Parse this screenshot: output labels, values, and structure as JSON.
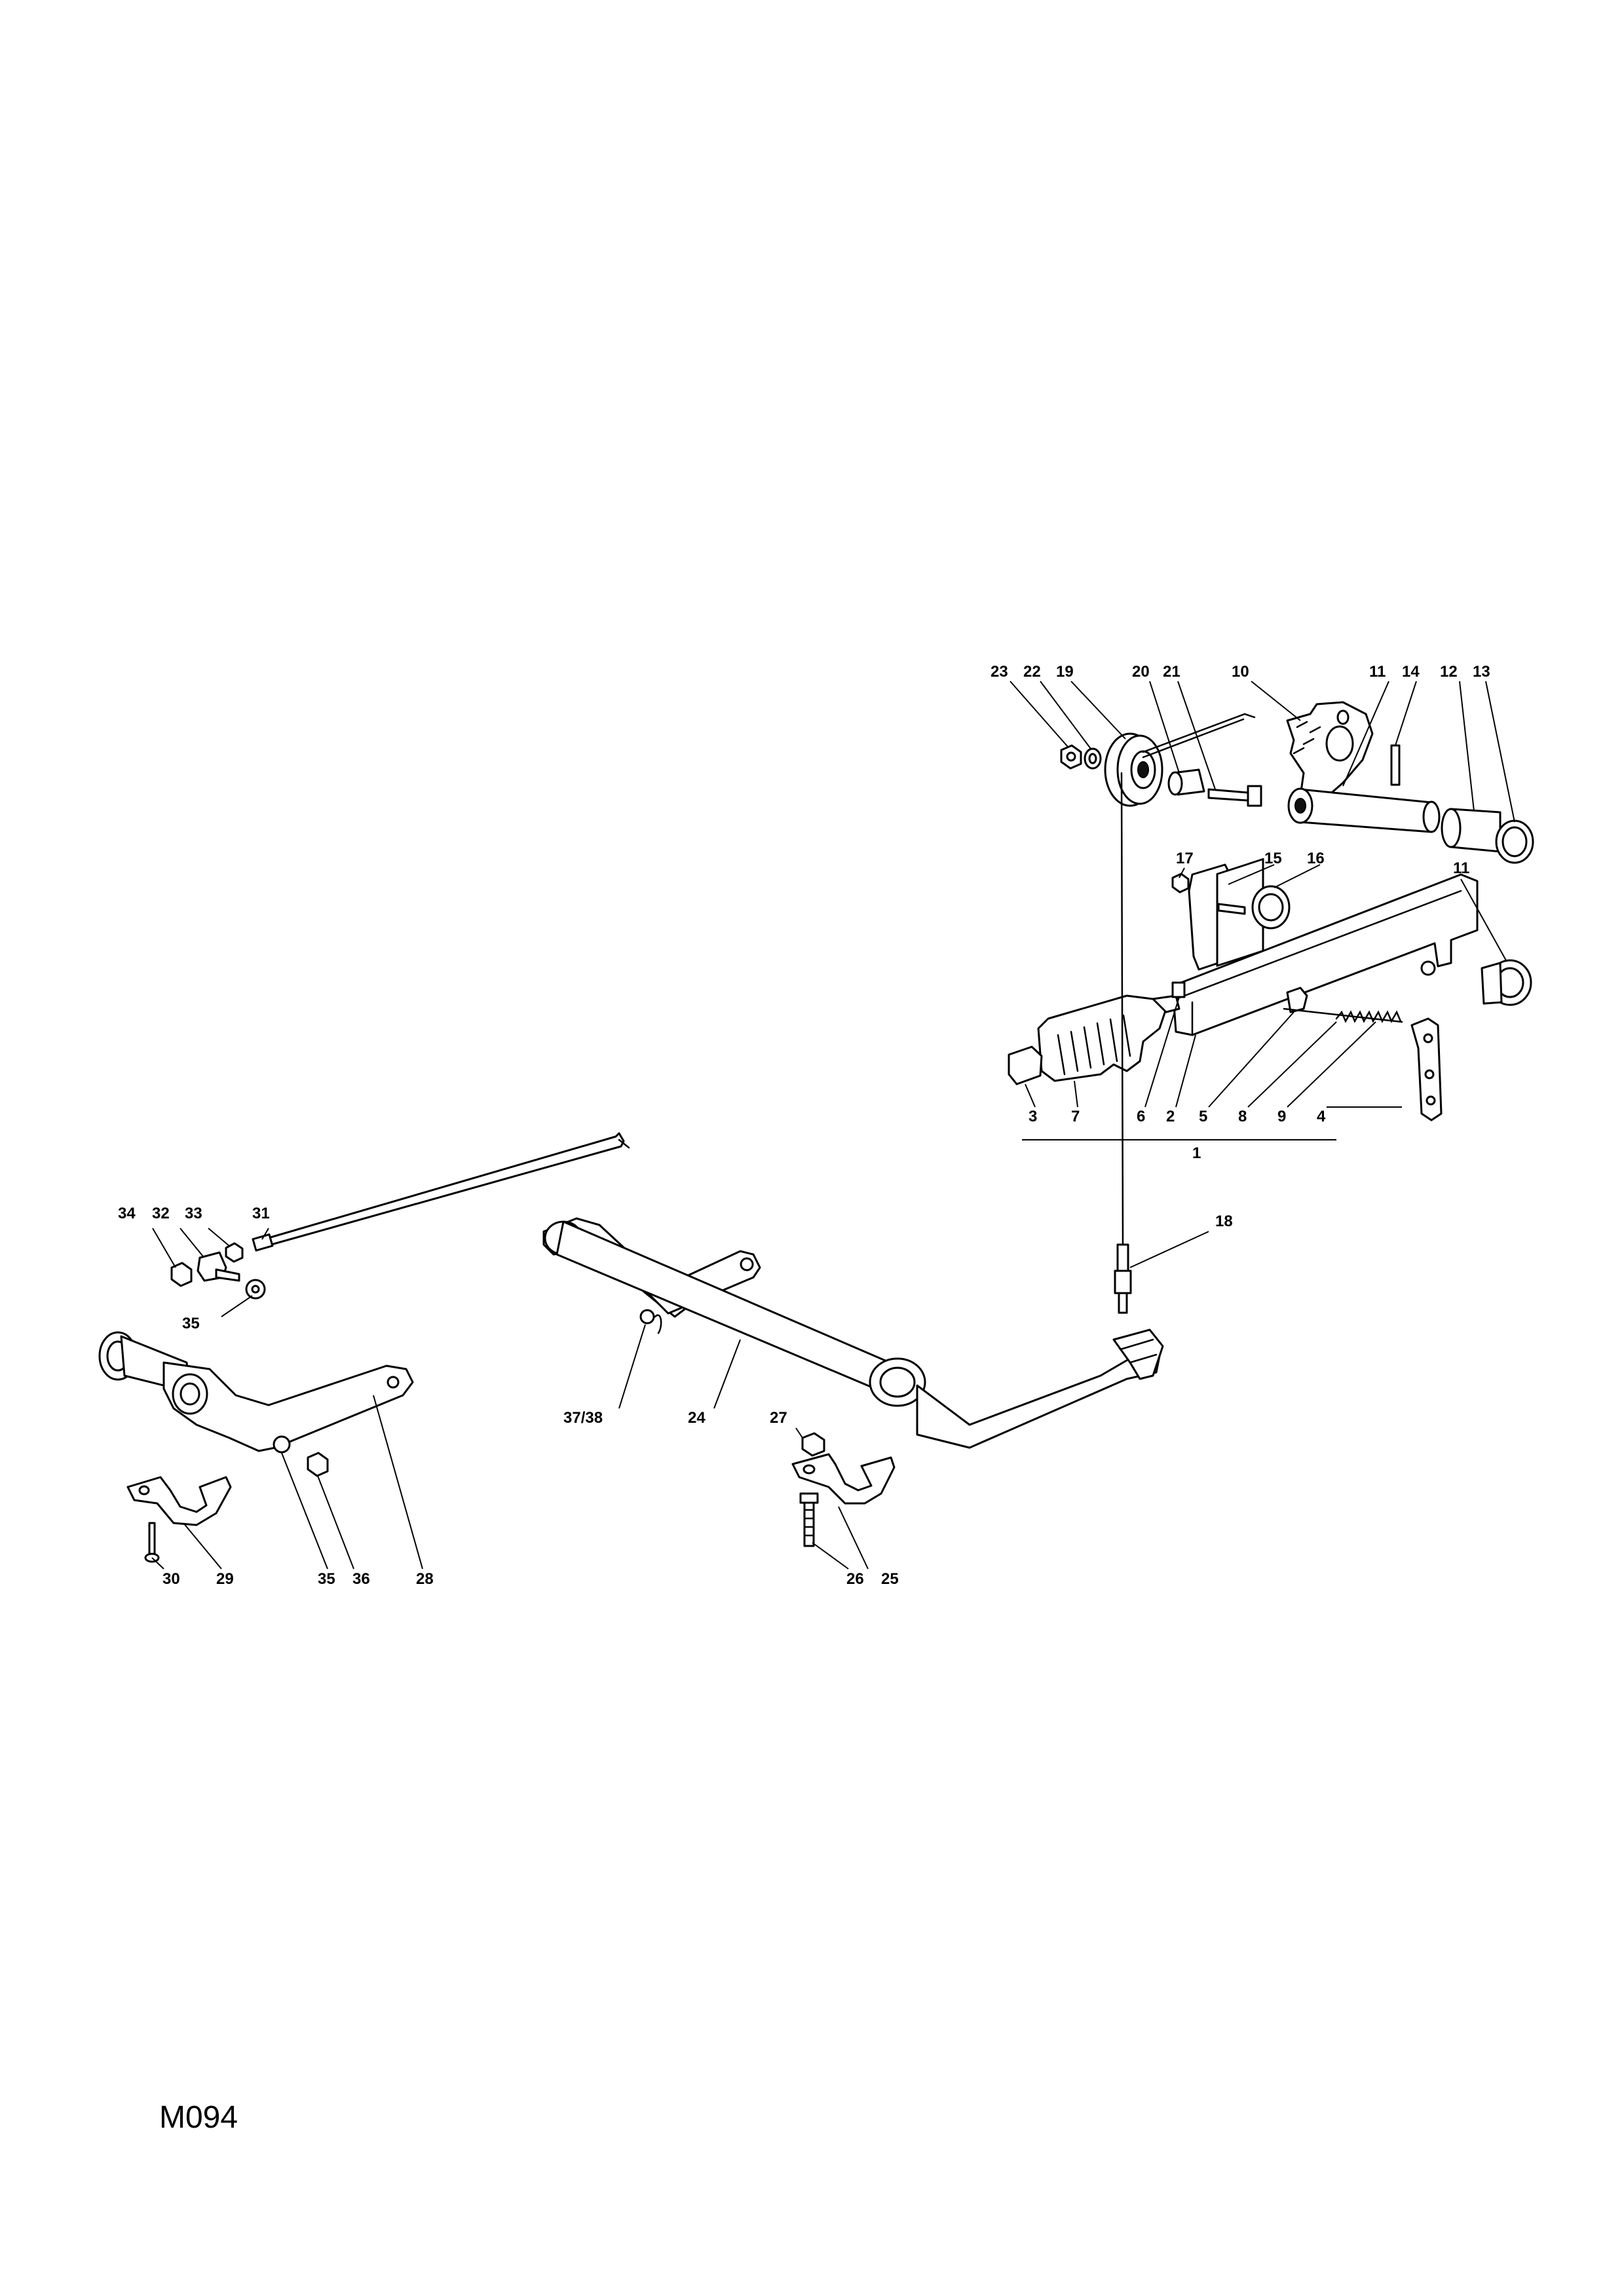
{
  "sheet_code": "M094",
  "callouts": {
    "c1": "1",
    "c2": "2",
    "c3": "3",
    "c4": "4",
    "c5": "5",
    "c6": "6",
    "c7": "7",
    "c8": "8",
    "c9": "9",
    "c10": "10",
    "c11a": "11",
    "c11b": "11",
    "c12": "12",
    "c13": "13",
    "c14": "14",
    "c15": "15",
    "c16": "16",
    "c17": "17",
    "c18": "18",
    "c19": "19",
    "c20": "20",
    "c21": "21",
    "c22": "22",
    "c23": "23",
    "c24": "24",
    "c25": "25",
    "c26": "26",
    "c27": "27",
    "c28": "28",
    "c29": "29",
    "c30": "30",
    "c31": "31",
    "c32": "32",
    "c33": "33",
    "c34": "34",
    "c35a": "35",
    "c35b": "35",
    "c36": "36",
    "c37_38": "37/38"
  }
}
